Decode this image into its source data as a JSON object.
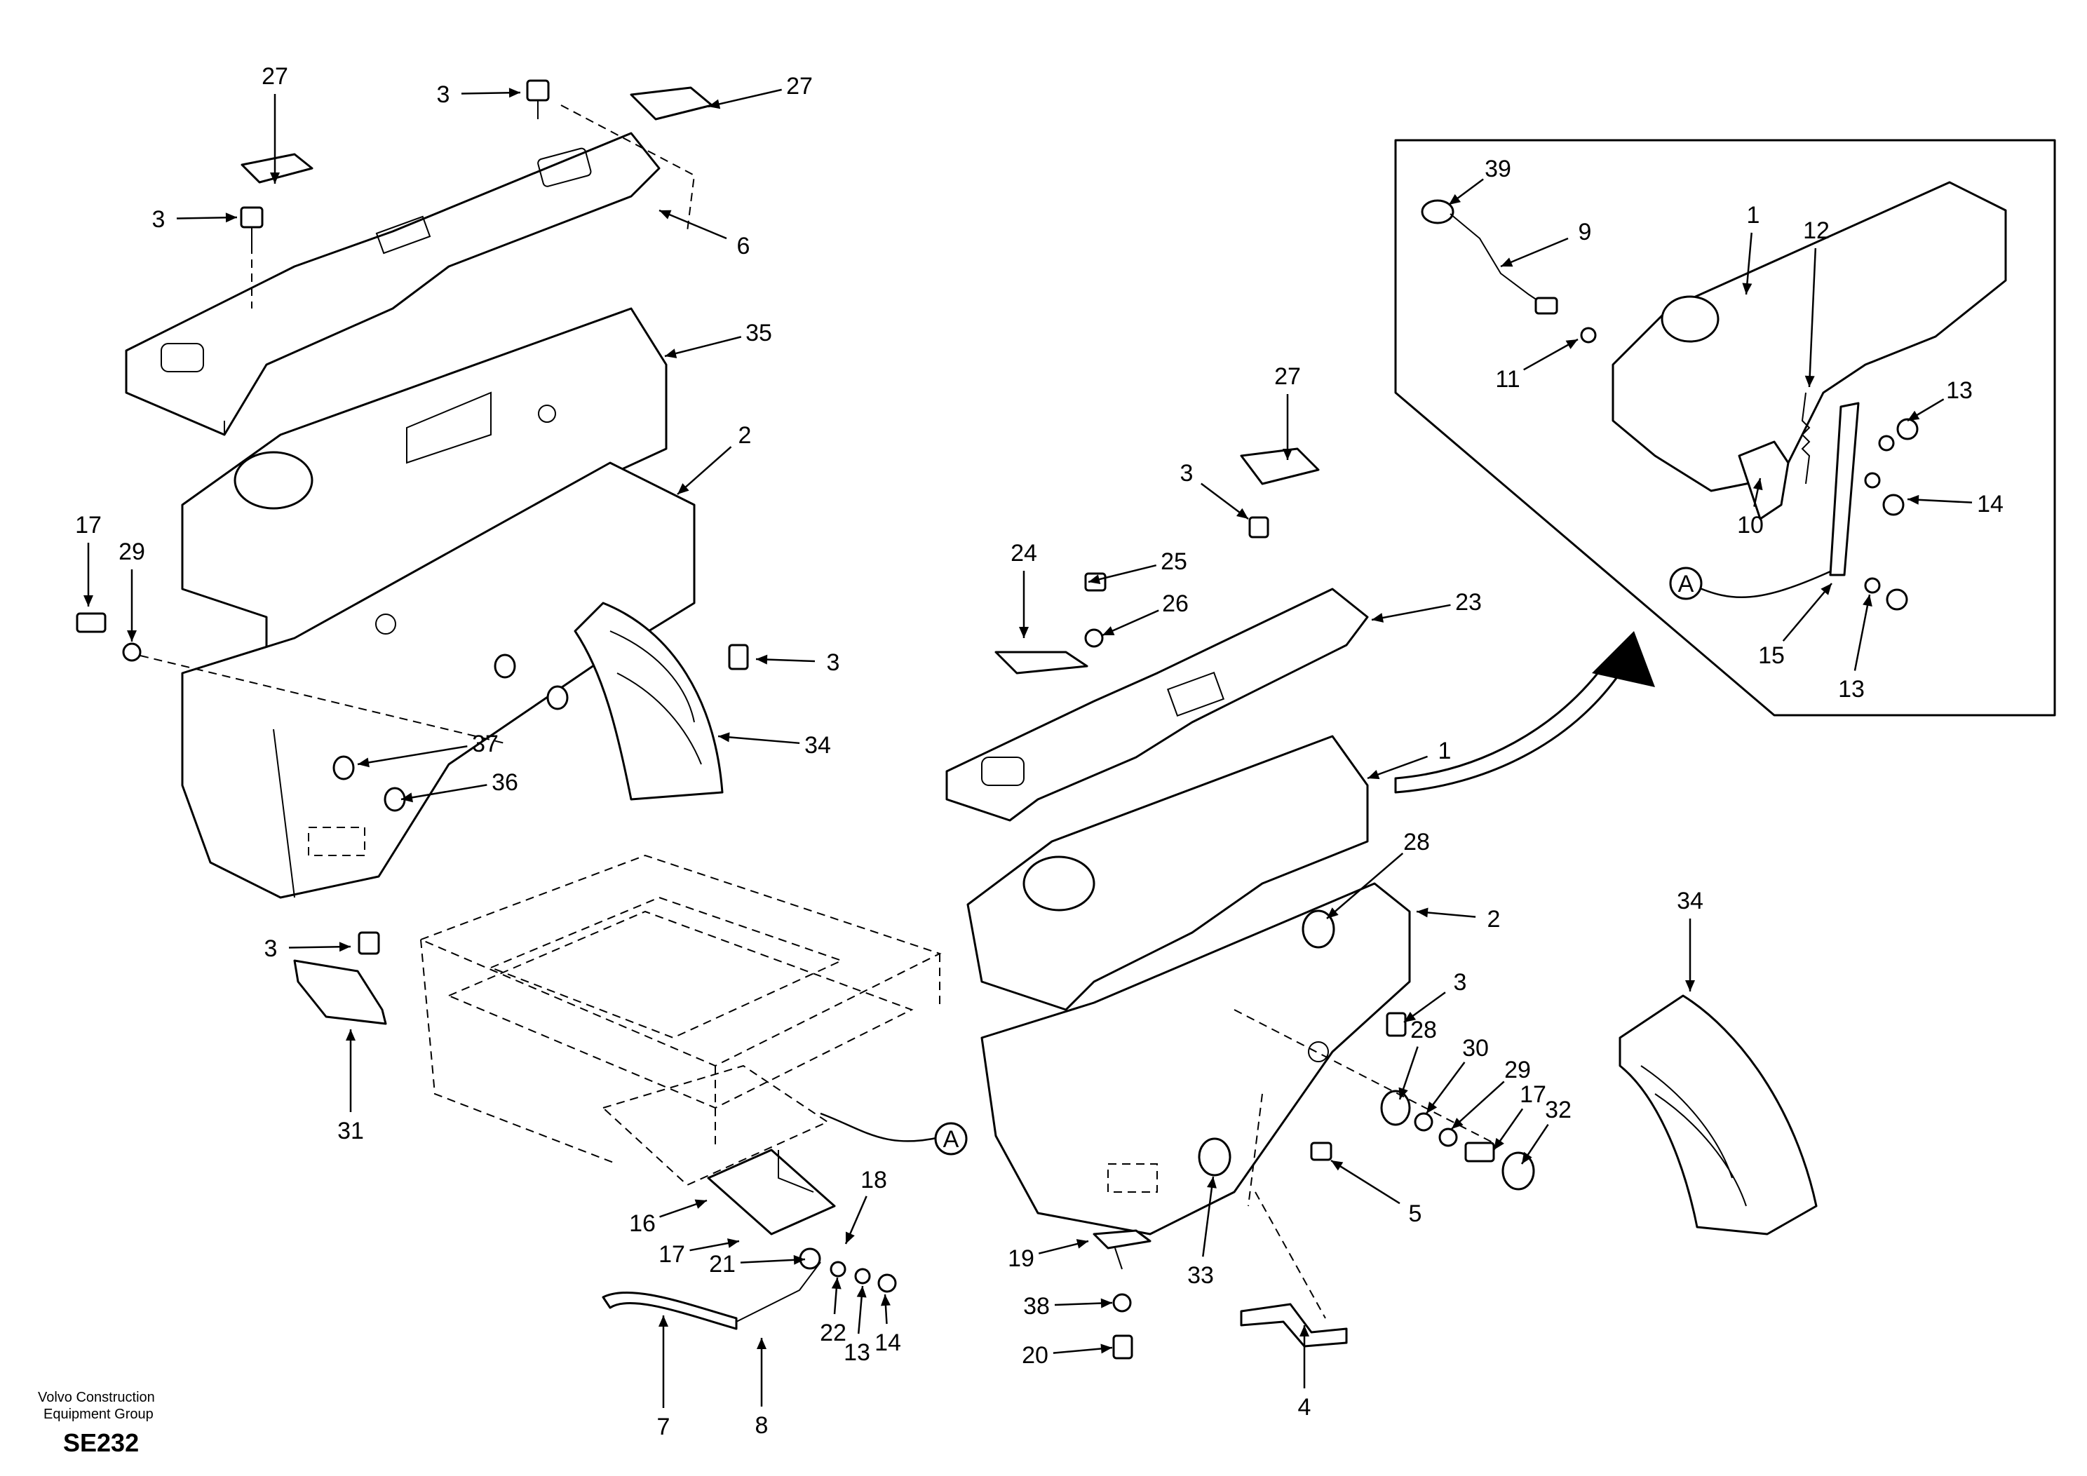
{
  "title": "",
  "footer": {
    "company_line1": "Volvo Construction",
    "company_line2": "Equipment Group",
    "sheet_code": "SE232"
  },
  "detail_connector": "A",
  "callouts": [
    "27",
    "3",
    "27",
    "3",
    "6",
    "35",
    "2",
    "17",
    "29",
    "3",
    "37",
    "36",
    "34",
    "3",
    "31",
    "39",
    "9",
    "1",
    "12",
    "11",
    "13",
    "14",
    "10",
    "15",
    "13",
    "A",
    "27",
    "3",
    "25",
    "26",
    "24",
    "23",
    "1",
    "28",
    "2",
    "3",
    "28",
    "30",
    "29",
    "17",
    "32",
    "34",
    "33",
    "5",
    "19",
    "38",
    "20",
    "4",
    "16",
    "17",
    "18",
    "21",
    "22",
    "13",
    "14",
    "7",
    "8",
    "A"
  ]
}
